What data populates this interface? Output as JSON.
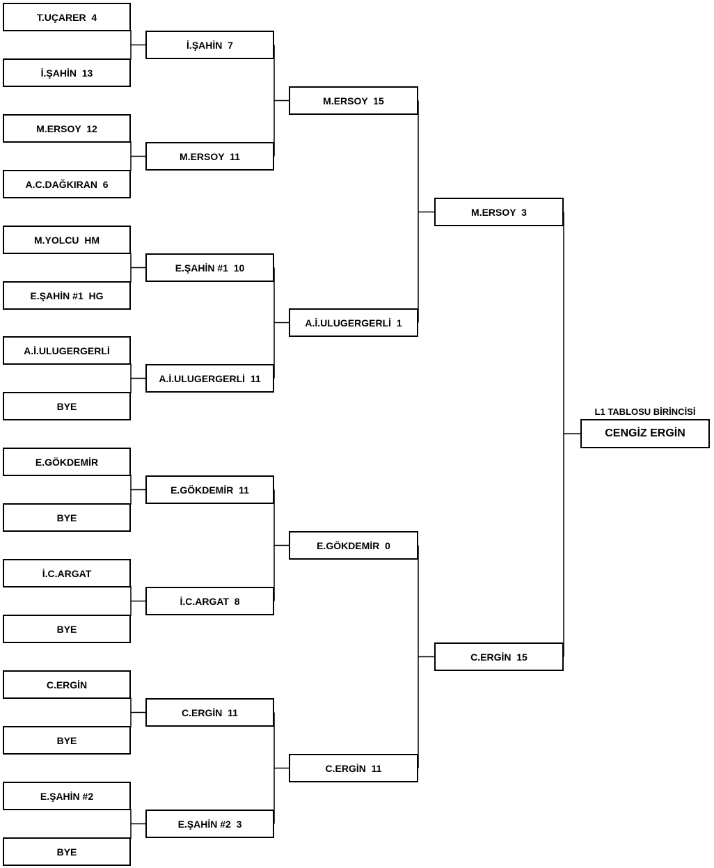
{
  "bracket": {
    "round1": [
      "T.UÇARER  4",
      "İ.ŞAHİN  13",
      "M.ERSOY  12",
      "A.C.DAĞKIRAN  6",
      "M.YOLCU  HM",
      "E.ŞAHİN #1  HG",
      "A.İ.ULUGERGERLİ",
      "BYE",
      "E.GÖKDEMİR",
      "BYE",
      "İ.C.ARGAT",
      "BYE",
      "C.ERGİN",
      "BYE",
      "E.ŞAHİN #2",
      "BYE"
    ],
    "round2": [
      "İ.ŞAHİN  7",
      "M.ERSOY  11",
      "E.ŞAHİN #1  10",
      "A.İ.ULUGERGERLİ  11",
      "E.GÖKDEMİR  11",
      "İ.C.ARGAT  8",
      "C.ERGİN  11",
      "E.ŞAHİN #2  3"
    ],
    "round3": [
      "M.ERSOY  15",
      "A.İ.ULUGERGERLİ  1",
      "E.GÖKDEMİR  0",
      "C.ERGİN  11"
    ],
    "round4": [
      "M.ERSOY  3",
      "C.ERGİN  15"
    ],
    "winner": {
      "label": "L1 TABLOSU BİRİNCİSİ",
      "name": "CENGİZ ERGİN"
    }
  }
}
